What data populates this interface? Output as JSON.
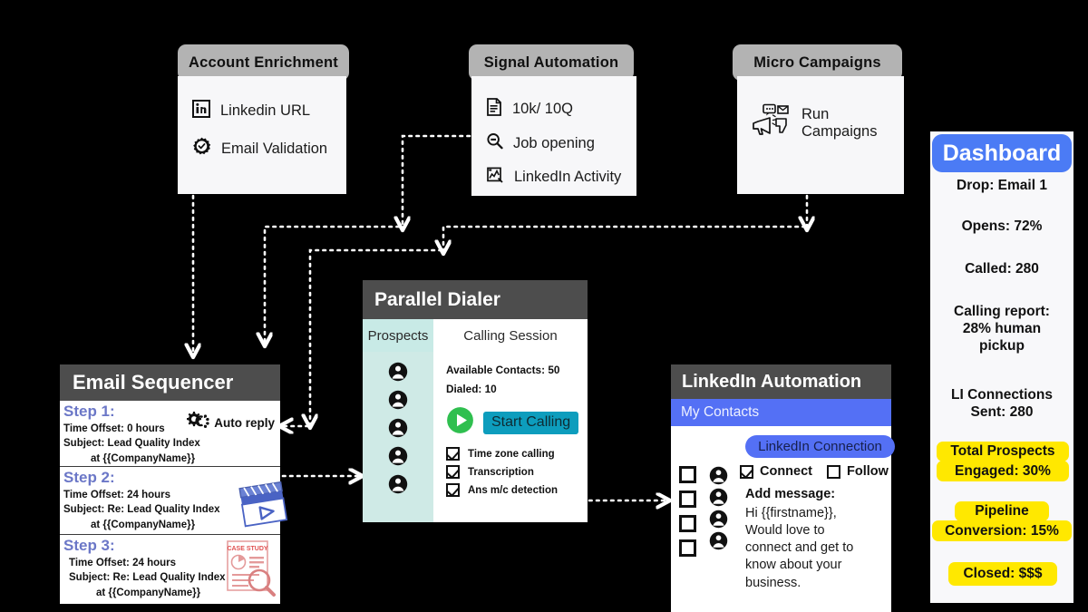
{
  "cards": {
    "account_enrichment": {
      "title": "Account Enrichment",
      "items": [
        {
          "icon": "linkedin-icon",
          "label": "Linkedin URL"
        },
        {
          "icon": "verified-badge-icon",
          "label": "Email Validation"
        }
      ]
    },
    "signal_automation": {
      "title": "Signal Automation",
      "items": [
        {
          "icon": "document-icon",
          "label": "10k/ 10Q"
        },
        {
          "icon": "search-icon",
          "label": "Job opening"
        },
        {
          "icon": "activity-feed-icon",
          "label": "LinkedIn Activity"
        }
      ]
    },
    "micro_campaigns": {
      "title": "Micro Campaigns",
      "items": [
        {
          "icon": "megaphone-icon",
          "label": "Run Campaigns"
        }
      ]
    }
  },
  "dashboard": {
    "title": "Dashboard",
    "accent_color": "#4b7bf5",
    "highlight_color": "#ffe800",
    "metrics": [
      {
        "text": "Drop: Email 1",
        "highlight": false
      },
      {
        "text": "Opens: 72%",
        "highlight": false
      },
      {
        "text": "Called: 280",
        "highlight": false
      },
      {
        "text": "Calling report:\n28% human\npickup",
        "highlight": false
      },
      {
        "text": "LI Connections\nSent: 280",
        "highlight": false
      },
      {
        "text": "Total Prospects\nEngaged: 30%",
        "highlight": true
      },
      {
        "text": "Pipeline\nConversion: 15%",
        "highlight": true
      },
      {
        "text": "Closed: $$$",
        "highlight": true
      }
    ],
    "lines": {
      "drop": "Drop: Email 1",
      "opens": "Opens: 72%",
      "called": "Called: 280",
      "calling_report_l1": "Calling report:",
      "calling_report_l2": "28% human",
      "calling_report_l3": "pickup",
      "li_sent_l1": "LI Connections",
      "li_sent_l2": "Sent: 280",
      "engaged_l1": "Total Prospects",
      "engaged_l2": "Engaged: 30%",
      "pipeline_l1": "Pipeline",
      "pipeline_l2": "Conversion: 15%",
      "closed": "Closed: $$$"
    }
  },
  "email_sequencer": {
    "title": "Email Sequencer",
    "auto_reply_label": "Auto reply",
    "steps": [
      {
        "title": "Step 1:",
        "offset": "Time Offset: 0 hours",
        "subject_l1": "Subject: Lead Quality Index",
        "subject_l2": "at {{CompanyName}}",
        "icon": "gears-icon"
      },
      {
        "title": "Step 2:",
        "offset": "Time Offset: 24 hours",
        "subject_l1": "Subject: Re: Lead Quality Index",
        "subject_l2": "at {{CompanyName}}",
        "icon": "video-clapperboard-icon"
      },
      {
        "title": "Step 3:",
        "offset": "Time Offset: 24 hours",
        "subject_l1": "Subject: Re: Lead Quality Index",
        "subject_l2": "at {{CompanyName}}",
        "icon": "case-study-icon",
        "icon_caption": "CASE STUDY"
      }
    ]
  },
  "parallel_dialer": {
    "title": "Parallel Dialer",
    "tabs": [
      {
        "label": "Prospects",
        "active": true
      },
      {
        "label": "Calling Session",
        "active": false
      }
    ],
    "stats": [
      "Available Contacts:  50",
      "Dialed: 10"
    ],
    "available_contacts": "Available Contacts:  50",
    "dialed": "Dialed: 10",
    "start_button": "Start Calling",
    "prospect_count": 5,
    "options": [
      {
        "label": "Time zone calling",
        "checked": true
      },
      {
        "label": "Transcription",
        "checked": true
      },
      {
        "label": "Ans m/c detection",
        "checked": true
      }
    ]
  },
  "linkedin_automation": {
    "title": "LinkedIn Automation",
    "contacts_tab": "My Contacts",
    "connection_pill": "LinkedIn Connection",
    "connect_label": "Connect",
    "connect_checked": true,
    "follow_label": "Follow",
    "follow_checked": false,
    "add_message_label": "Add message:",
    "message": "Hi {{firstname}},\nWould love to\nconnect and get to\nknow about your\nbusiness.",
    "message_lines": [
      "Hi {{firstname}},",
      "Would love to",
      "connect and get to",
      "know about your",
      "business."
    ],
    "row_count": 4
  },
  "theme": {
    "background": "#000000",
    "card_bg": "#f8f8fa",
    "tab_grey": "#b3b3b3",
    "header_grey": "#4d4d4d",
    "teal": "#cfeae6",
    "connector_color": "#ffffff"
  }
}
